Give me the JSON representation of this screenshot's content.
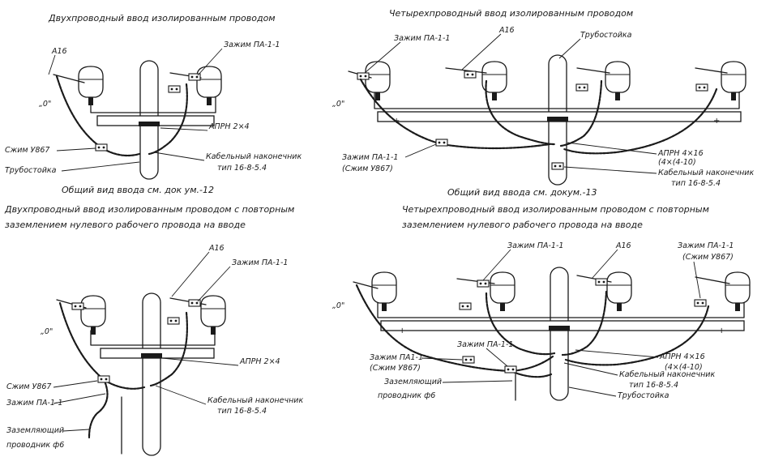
{
  "panels": {
    "top_left": {
      "title": "Двухпроводный ввод изолированным проводом",
      "labels": {
        "a16": "А16",
        "clamp": "Зажим ПА-1-1",
        "zero": "„0\"",
        "aprn": "АПРН 2×4",
        "compression": "Сжим У867",
        "cable_lug": "Кабельный наконечник",
        "lug_type": "тип 16-8-5.4",
        "pole": "Трубостойка"
      },
      "caption": "Общий вид ввода см. док ум.-12"
    },
    "top_right": {
      "title": "Четырехпроводный ввод изолированным проводом",
      "labels": {
        "clamp": "Зажим ПА-1-1",
        "a16": "А16",
        "pole": "Трубостойка",
        "zero": "„0\"",
        "aprn": "АПРН 4×16",
        "aprn_alt": "(4×(4-10)",
        "cable_lug": "Кабельный наконечник",
        "lug_type": "тип 16-8-5.4",
        "clamp2": "Зажим ПА-1-1",
        "compression": "(Сжим У867)"
      },
      "caption": "Общий вид ввода см. докум.-13"
    },
    "bottom_left": {
      "title_line1": "Двухпроводный ввод изолированным проводом с повторным",
      "title_line2": "заземлением нулевого рабочего провода на вводе",
      "labels": {
        "a16": "А16",
        "clamp": "Зажим ПА-1-1",
        "zero": "„0\"",
        "aprn": "АПРН 2×4",
        "compression": "Сжим У867",
        "clamp2": "Зажим ПА-1-1",
        "cable_lug": "Кабельный наконечник",
        "lug_type": "тип 16-8-5.4",
        "ground": "Заземляющий",
        "ground2": "проводник ф6"
      }
    },
    "bottom_right": {
      "title_line1": "Четырехпроводный ввод изолированным проводом с повторным",
      "title_line2": "заземлением нулевого рабочего провода на вводе",
      "labels": {
        "clamp": "Зажим ПА-1-1",
        "a16": "А16",
        "clamp_r": "Зажим ПА-1-1",
        "compression_r": "(Сжим У867)",
        "zero": "„0\"",
        "aprn": "АПРН 4×16",
        "aprn_alt": "(4×(4-10)",
        "clamp_l1": "Зажим ПА1-1",
        "compression_l": "(Сжим У867)",
        "clamp_mid": "Зажим ПА-1-1",
        "ground": "Заземляющий",
        "ground2": "проводник ф6",
        "cable_lug": "Кабельный наконечник",
        "lug_type": "тип 16-8-5.4",
        "pole": "Трубостойка"
      }
    }
  }
}
